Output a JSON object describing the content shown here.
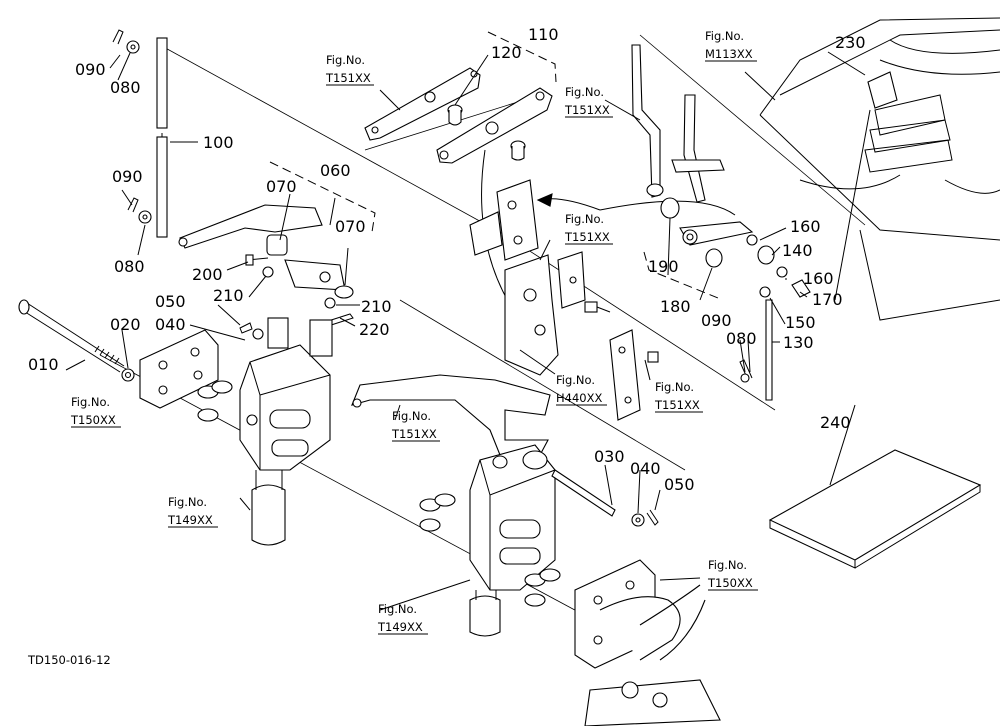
{
  "drawing_code": "TD150-016-12",
  "part_numbers": {
    "p010": "010",
    "p020": "020",
    "p030": "030",
    "p040a": "040",
    "p040b": "040",
    "p050a": "050",
    "p050b": "050",
    "p060": "060",
    "p070a": "070",
    "p070b": "070",
    "p080a": "080",
    "p080b": "080",
    "p080c": "080",
    "p090a": "090",
    "p090b": "090",
    "p090c": "090",
    "p100": "100",
    "p110": "110",
    "p120": "120",
    "p130": "130",
    "p140": "140",
    "p150": "150",
    "p160a": "160",
    "p160b": "160",
    "p170": "170",
    "p180": "180",
    "p190": "190",
    "p200": "200",
    "p210a": "210",
    "p210b": "210",
    "p220": "220",
    "p230": "230",
    "p240": "240"
  },
  "fig_label": "Fig.No.",
  "fig_refs": {
    "r1": "T151XX",
    "r2": "T151XX",
    "r3": "M113XX",
    "r4": "T151XX",
    "r5": "H440XX",
    "r6": "T151XX",
    "r7": "T151XX",
    "r8": "T150XX",
    "r9": "T149XX",
    "r10": "T149XX",
    "r11": "T150XX"
  }
}
